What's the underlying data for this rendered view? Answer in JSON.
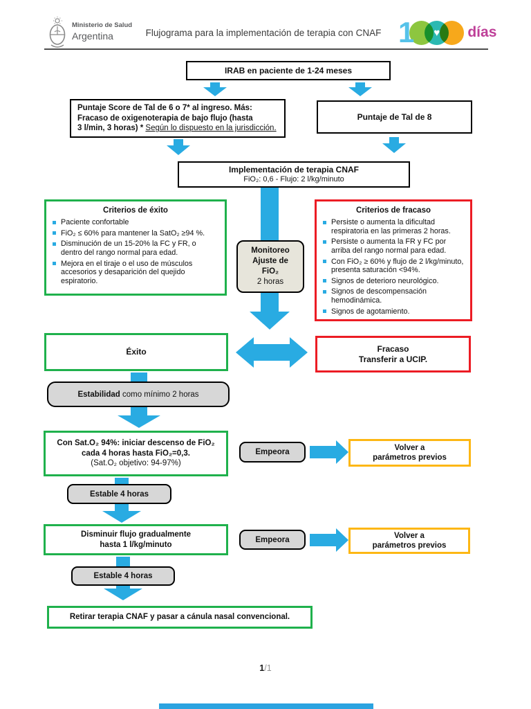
{
  "colors": {
    "arrow_blue": "#29ABE2",
    "success_green": "#1FB14C",
    "failure_red": "#EC1C24",
    "warning_yellow": "#FDB714",
    "days_magenta": "#BE3F98",
    "days_blue": "#56C2E9",
    "days_green": "#8DC63F",
    "days_teal": "#2BB9B2",
    "days_orange": "#F7A81B"
  },
  "header": {
    "ministry_name": "Ministerio de Salud",
    "ministry_country": "Argentina",
    "title": "Flujograma para la implementación de terapia con CNAF",
    "dias_digit": "1",
    "dias_word": "días",
    "heart_icon": "♥"
  },
  "flow": {
    "irab": "IRAB en paciente de 1-24 meses",
    "tal67": {
      "line1": "Puntaje Score de Tal de 6 o 7* al ingreso. Más:",
      "line2": "Fracaso de oxigenoterapia de bajo flujo (hasta",
      "line3_bold": "3 l/min, 3 horas) * ",
      "line3_underlined": "Según lo dispuesto en la jurisdicción."
    },
    "tal8": "Puntaje de Tal de 8",
    "cnaf": {
      "title": "Implementación de terapia CNAF",
      "subtitle": "FiO₂: 0,6 - Flujo: 2 l/kg/minuto"
    },
    "criterios_exito": {
      "title": "Criterios de éxito",
      "items": [
        "Paciente confortable",
        "FiO₂ ≤ 60% para mantener la SatO₂ ≥94 %.",
        "Disminución de un 15-20% la FC y FR, o dentro del rango normal para edad.",
        "Mejora en el tiraje o el uso de músculos accesorios y desaparición del quejido espiratorio."
      ]
    },
    "criterios_fracaso": {
      "title": "Criterios de fracaso",
      "items": [
        "Persiste o aumenta la dificultad respiratoria en las primeras 2 horas.",
        "Persiste o aumenta la FR y FC por arriba del rango normal para edad.",
        "Con FiO₂ ≥ 60% y flujo de 2 l/kg/minuto, presenta saturación <94%.",
        "Signos de deterioro neurológico.",
        "Signos de descompensación hemodinámica.",
        "Signos de agotamiento."
      ]
    },
    "monitoreo": {
      "bold1": "Monitoreo",
      "bold2": "Ajuste de",
      "bold3": "FiO₂",
      "normal": "2 horas"
    },
    "exito": "Éxito",
    "fracaso": {
      "line1": "Fracaso",
      "line2": "Transferir a UCIP."
    },
    "estabilidad": {
      "bold": "Estabilidad",
      "rest": " como mínimo 2 horas"
    },
    "descenso": {
      "line1": "Con Sat.O₂ 94%: iniciar descenso de FiO₂",
      "line2": "cada 4 horas hasta FiO₂=0,3.",
      "line3": "(Sat.O₂ objetivo: 94-97%)"
    },
    "empeora": "Empeora",
    "volver": {
      "line1": "Volver a",
      "line2": "parámetros previos"
    },
    "estable4h": "Estable 4 horas",
    "disminuir": {
      "line1": "Disminuir flujo gradualmente",
      "line2": "hasta 1 l/kg/minuto"
    },
    "retirar": "Retirar terapia CNAF y pasar a cánula nasal convencional."
  },
  "footer": {
    "page_current": "1",
    "page_rest": "/1"
  }
}
